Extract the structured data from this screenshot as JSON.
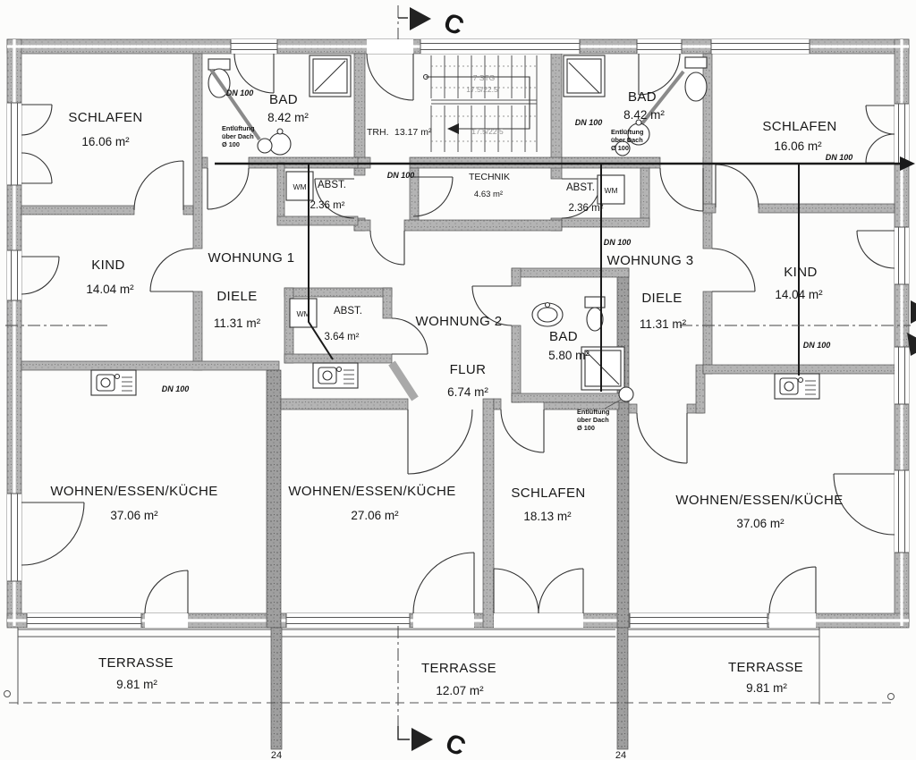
{
  "colors": {
    "wall": "#b4b4b4",
    "wall-dark": "#9f9f9f",
    "line": "#2a2a2a",
    "paper": "#fcfcfb"
  },
  "drawing": {
    "rooms": {
      "schlafen_left": {
        "name": "SCHLAFEN",
        "area": "16.06 m²"
      },
      "bad_left": {
        "name": "BAD",
        "area": "8.42 m²"
      },
      "kind_left": {
        "name": "KIND",
        "area": "14.04 m²"
      },
      "diele_left": {
        "name": "DIELE",
        "area": "11.31 m²"
      },
      "abst_small_left": {
        "name": "ABST.",
        "area": "2.36 m²"
      },
      "abst_mid_left": {
        "name": "ABST.",
        "area": "3.64 m²"
      },
      "trh": {
        "name": "TRH.",
        "area": "13.17 m²"
      },
      "technik": {
        "name": "TECHNIK",
        "area": "4.63 m²"
      },
      "flur": {
        "name": "FLUR",
        "area": "6.74 m²"
      },
      "bad_mid": {
        "name": "BAD",
        "area": "5.80 m²"
      },
      "abst_right": {
        "name": "ABST.",
        "area": "2.36 m²"
      },
      "bad_right": {
        "name": "BAD",
        "area": "8.42 m²"
      },
      "schlafen_right": {
        "name": "SCHLAFEN",
        "area": "16.06 m²"
      },
      "diele_right": {
        "name": "DIELE",
        "area": "11.31 m²"
      },
      "kind_right": {
        "name": "KIND",
        "area": "14.04 m²"
      },
      "wohnen_left": {
        "name": "WOHNEN/ESSEN/KÜCHE",
        "area": "37.06 m²"
      },
      "wohnen_mid": {
        "name": "WOHNEN/ESSEN/KÜCHE",
        "area": "27.06 m²"
      },
      "schlafen_mid": {
        "name": "SCHLAFEN",
        "area": "18.13 m²"
      },
      "wohnen_right": {
        "name": "WOHNEN/ESSEN/KÜCHE",
        "area": "37.06 m²"
      },
      "terrasse_left": {
        "name": "TERRASSE",
        "area": "9.81 m²"
      },
      "terrasse_mid": {
        "name": "TERRASSE",
        "area": "12.07 m²"
      },
      "terrasse_right": {
        "name": "TERRASSE",
        "area": "9.81 m²"
      }
    },
    "apartments": {
      "w1": "WOHNUNG 1",
      "w2": "WOHNUNG 2",
      "w3": "WOHNUNG 3"
    },
    "annotations": {
      "dn100": "DN 100",
      "wm": "WM",
      "vent_l1": "Entlüftung",
      "vent_l2": "über Dach",
      "vent_l3": "Ø 100",
      "stairs_l1": "7 STG",
      "stairs_l2": "17.5/22.5",
      "section_label": "C",
      "dim_left": "24",
      "dim_right": "24"
    }
  }
}
